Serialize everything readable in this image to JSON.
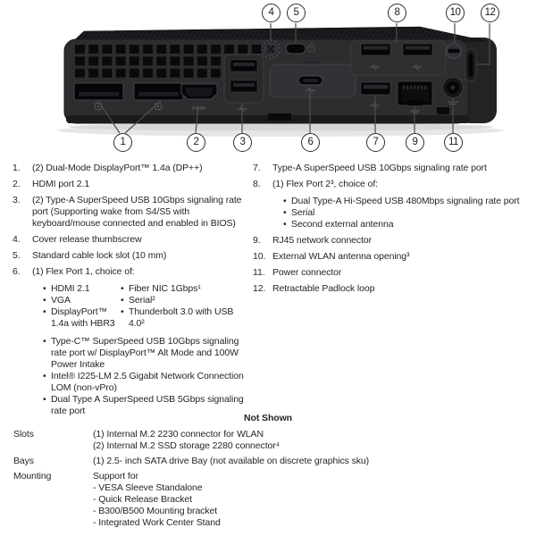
{
  "diagram": {
    "callouts": [
      "1",
      "2",
      "3",
      "4",
      "5",
      "6",
      "7",
      "8",
      "9",
      "10",
      "11",
      "12"
    ],
    "port_labels": {
      "hdmi": "HDMI"
    },
    "colors": {
      "body": "#2d2d2f",
      "port": "#060608",
      "lid": "#161618",
      "shadow": "#e2e2e2",
      "line": "#4d4d4d"
    }
  },
  "legend": {
    "left": [
      {
        "num": "1.",
        "text": "(2) Dual-Mode DisplayPort™ 1.4a (DP++)"
      },
      {
        "num": "2.",
        "text": "HDMI port 2.1"
      },
      {
        "num": "3.",
        "text": "(2) Type-A SuperSpeed USB 10Gbps signaling rate port (Supporting wake from S4/S5 with keyboard/mouse connected and enabled in BIOS)"
      },
      {
        "num": "4.",
        "text": "Cover release thumbscrew"
      },
      {
        "num": "5.",
        "text": "Standard cable lock slot (10 mm)"
      },
      {
        "num": "6.",
        "text": "(1) Flex Port 1, choice of:",
        "bullets_col1": [
          "HDMI 2.1",
          "VGA",
          "DisplayPort™ 1.4a with HBR3"
        ],
        "bullets_col2": [
          "Fiber NIC 1Gbps¹",
          "Serial²",
          "Thunderbolt 3.0 with USB 4.0²"
        ],
        "bullets_full": [
          "Type-C™ SuperSpeed USB 10Gbps signaling rate port w/ DisplayPort™ Alt Mode and 100W Power Intake",
          "Intel® I225-LM 2.5 Gigabit Network Connection LOM (non-vPro)",
          "Dual Type A SuperSpeed USB 5Gbps signaling rate port"
        ]
      }
    ],
    "right": [
      {
        "num": "7.",
        "text": "Type-A SuperSpeed USB 10Gbps signaling rate port"
      },
      {
        "num": "8.",
        "text": "(1) Flex Port 2³, choice of:",
        "bullets_full": [
          "Dual Type-A Hi-Speed USB 480Mbps signaling rate port",
          "Serial",
          "Second external antenna"
        ]
      },
      {
        "num": "9.",
        "text": "RJ45 network connector"
      },
      {
        "num": "10.",
        "text": "External WLAN antenna opening³"
      },
      {
        "num": "11.",
        "text": "Power connector"
      },
      {
        "num": "12.",
        "text": "Retractable Padlock loop"
      }
    ]
  },
  "not_shown": {
    "title": "Not Shown",
    "rows": [
      {
        "label": "Slots",
        "lines": [
          "(1) Internal M.2 2230 connector for WLAN",
          "(2) Internal M.2 SSD storage 2280 connector⁴"
        ]
      },
      {
        "label": "Bays",
        "lines": [
          "(1) 2.5- inch SATA drive Bay (not available on discrete graphics sku)"
        ]
      },
      {
        "label": "Mounting",
        "lines": [
          "Support for",
          "- VESA Sleeve Standalone",
          "- Quick Release Bracket",
          "- B300/B500 Mounting bracket",
          "- Integrated Work Center Stand"
        ]
      }
    ]
  }
}
